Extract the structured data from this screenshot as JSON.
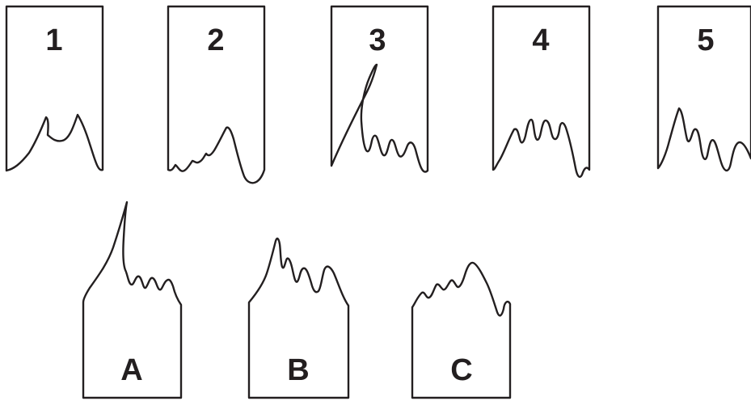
{
  "top_row": [
    {
      "label": "1"
    },
    {
      "label": "2"
    },
    {
      "label": "3"
    },
    {
      "label": "4"
    },
    {
      "label": "5"
    }
  ],
  "bottom_row": [
    {
      "label": "A"
    },
    {
      "label": "B"
    },
    {
      "label": "C"
    }
  ],
  "colors": {
    "stroke": "#231f20",
    "background": "#ffffff"
  }
}
